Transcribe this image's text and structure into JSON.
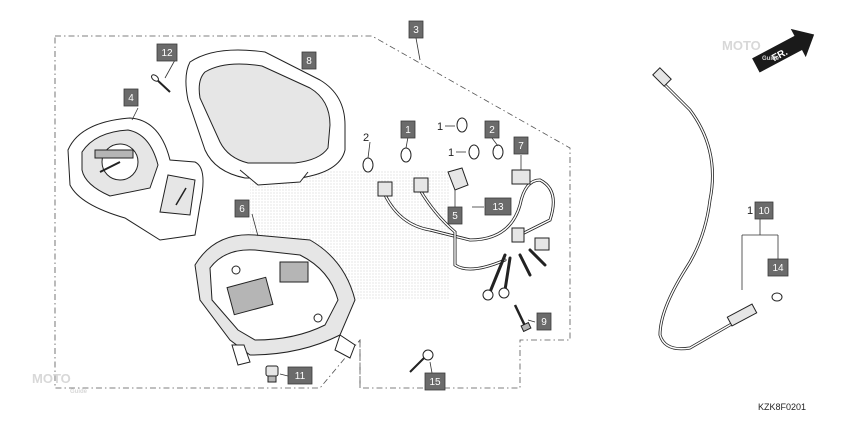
{
  "diagram": {
    "callouts_boxed": [
      "3",
      "4",
      "6",
      "7",
      "8",
      "12",
      "1",
      "2",
      "5",
      "9",
      "10",
      "11",
      "13",
      "14",
      "15"
    ],
    "callouts_plain": [
      "2",
      "1",
      "1",
      "1"
    ],
    "direction_label": "FR.",
    "figure_code": "KZK8F0201",
    "watermark": "MOTO",
    "watermark_sub": "Guide"
  }
}
